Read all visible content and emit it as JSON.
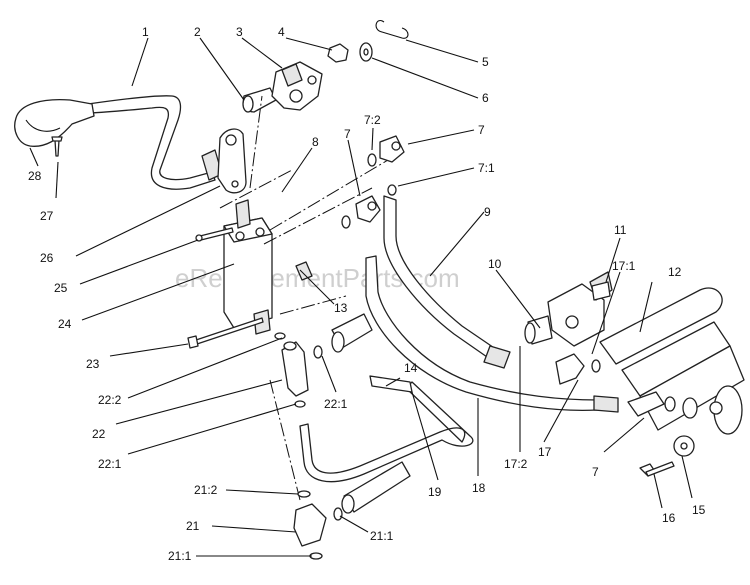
{
  "watermark": "eReplacementParts.com",
  "callouts": [
    {
      "id": "c1",
      "text": "1"
    },
    {
      "id": "c2",
      "text": "2"
    },
    {
      "id": "c3",
      "text": "3"
    },
    {
      "id": "c4",
      "text": "4"
    },
    {
      "id": "c5",
      "text": "5"
    },
    {
      "id": "c6",
      "text": "6"
    },
    {
      "id": "c7a",
      "text": "7"
    },
    {
      "id": "c7_2a",
      "text": "7:2"
    },
    {
      "id": "c7b",
      "text": "7"
    },
    {
      "id": "c7_1",
      "text": "7:1"
    },
    {
      "id": "c8",
      "text": "8"
    },
    {
      "id": "c9",
      "text": "9"
    },
    {
      "id": "c10",
      "text": "10"
    },
    {
      "id": "c11",
      "text": "11"
    },
    {
      "id": "c12",
      "text": "12"
    },
    {
      "id": "c13",
      "text": "13"
    },
    {
      "id": "c14",
      "text": "14"
    },
    {
      "id": "c15",
      "text": "15"
    },
    {
      "id": "c16",
      "text": "16"
    },
    {
      "id": "c17",
      "text": "17"
    },
    {
      "id": "c17_1",
      "text": "17:1"
    },
    {
      "id": "c17_2",
      "text": "17:2"
    },
    {
      "id": "c7c",
      "text": "7"
    },
    {
      "id": "c18",
      "text": "18"
    },
    {
      "id": "c19",
      "text": "19"
    },
    {
      "id": "c21",
      "text": "21"
    },
    {
      "id": "c21_1a",
      "text": "21:1"
    },
    {
      "id": "c21_1b",
      "text": "21:1"
    },
    {
      "id": "c21_2",
      "text": "21:2"
    },
    {
      "id": "c22",
      "text": "22"
    },
    {
      "id": "c22_1a",
      "text": "22:1"
    },
    {
      "id": "c22_1b",
      "text": "22:1"
    },
    {
      "id": "c22_2",
      "text": "22:2"
    },
    {
      "id": "c23",
      "text": "23"
    },
    {
      "id": "c24",
      "text": "24"
    },
    {
      "id": "c25",
      "text": "25"
    },
    {
      "id": "c26",
      "text": "26"
    },
    {
      "id": "c27",
      "text": "27"
    },
    {
      "id": "c28",
      "text": "28"
    }
  ]
}
